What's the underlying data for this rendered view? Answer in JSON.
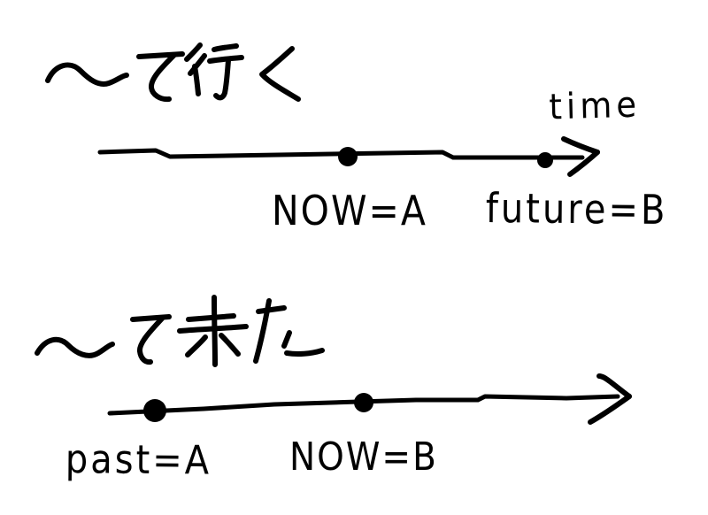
{
  "colors": {
    "background": "#ffffff",
    "ink": "#000000"
  },
  "diagram": {
    "description_visible_text_only": "hand-drawn timelines",
    "sections": [
      {
        "heading": "〜て行く",
        "axis_label": "time",
        "point_labels": [
          "NOW=A",
          "future=B"
        ]
      },
      {
        "heading": "〜て来た",
        "point_labels": [
          "past=A",
          "NOW=B"
        ]
      }
    ]
  }
}
